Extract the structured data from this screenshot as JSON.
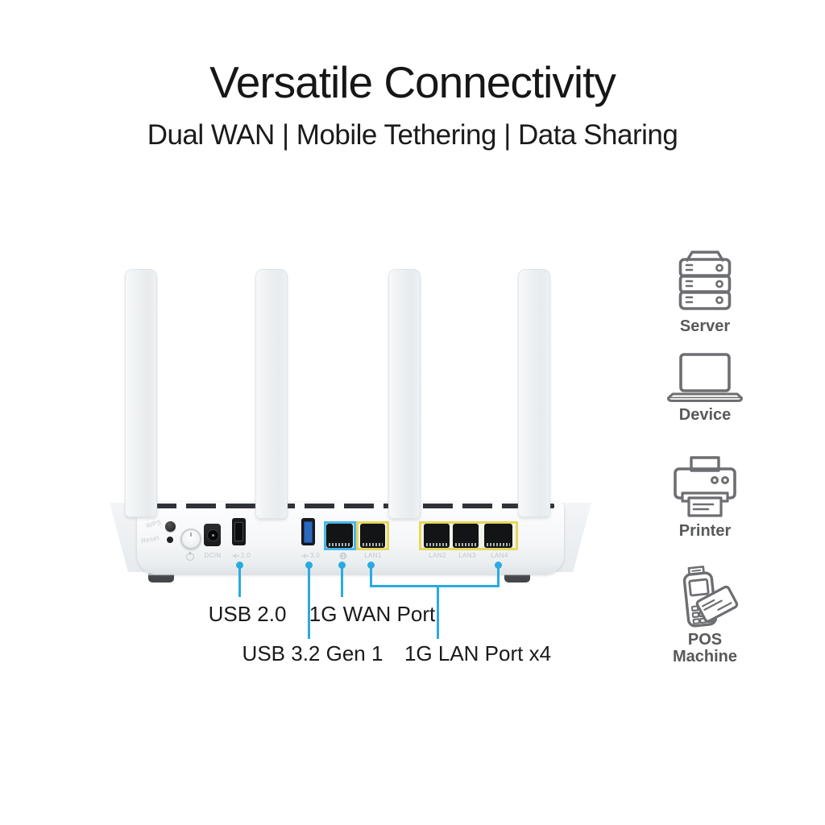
{
  "header": {
    "title": "Versatile Connectivity",
    "subtitle": "Dual WAN | Mobile Tethering | Data Sharing"
  },
  "router": {
    "panel": {
      "wps": "WPS",
      "reset": "Reset",
      "dc_in": "DCIN",
      "usb2": "2.0",
      "usb3": "3.0",
      "lan1": "LAN1",
      "lan2": "LAN2",
      "lan3": "LAN3",
      "lan4": "LAN4"
    }
  },
  "callouts": {
    "usb2": "USB 2.0",
    "usb32": "USB 3.2 Gen 1",
    "wan": "1G WAN Port",
    "lan": "1G LAN Port x4"
  },
  "connected_devices": [
    {
      "icon": "server-icon",
      "label": "Server"
    },
    {
      "icon": "laptop-icon",
      "label": "Device"
    },
    {
      "icon": "printer-icon",
      "label": "Printer"
    },
    {
      "icon": "pos-machine-icon",
      "label": "POS Machine"
    }
  ],
  "colors": {
    "callout_cyan": "#29abe2",
    "wan_highlight_blue": "#49b6e7",
    "lan_highlight_yellow": "#e5d75e",
    "usb3_port_blue": "#2b69bd",
    "device_icon_gray": "#6d6e71",
    "device_label_gray": "#58595b"
  }
}
